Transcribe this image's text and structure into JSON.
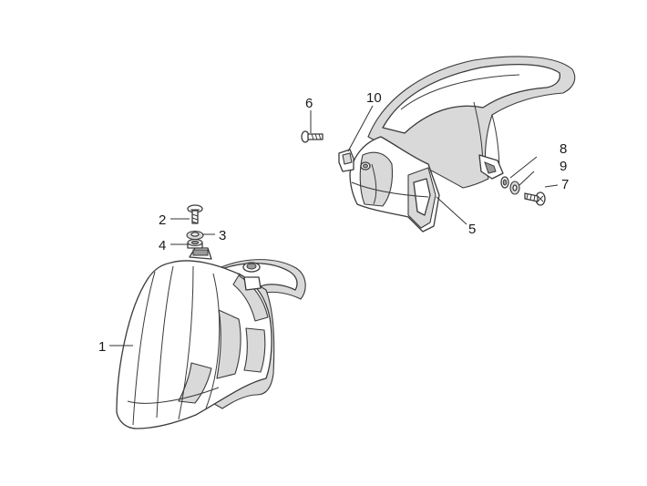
{
  "callouts": [
    {
      "id": "c1",
      "text": "1"
    },
    {
      "id": "c2",
      "text": "2"
    },
    {
      "id": "c3",
      "text": "3"
    },
    {
      "id": "c4",
      "text": "4"
    },
    {
      "id": "c5",
      "text": "5"
    },
    {
      "id": "c6",
      "text": "6"
    },
    {
      "id": "c7",
      "text": "7"
    },
    {
      "id": "c8",
      "text": "8"
    },
    {
      "id": "c9",
      "text": "9"
    },
    {
      "id": "c10",
      "text": "10"
    }
  ]
}
